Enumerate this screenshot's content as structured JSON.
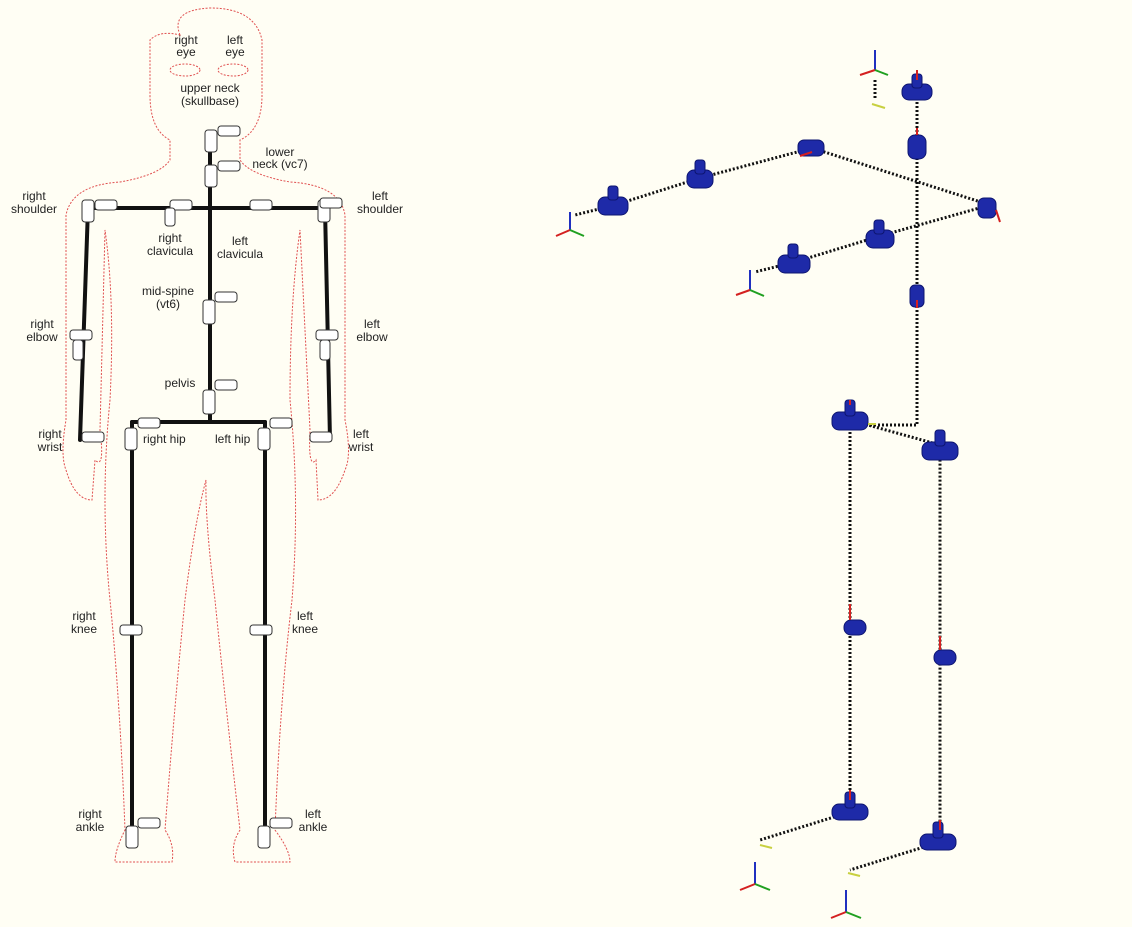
{
  "figure": {
    "labels": {
      "right_eye": [
        "right",
        "eye"
      ],
      "left_eye": [
        "left",
        "eye"
      ],
      "upper_neck": [
        "upper neck",
        "(skullbase)"
      ],
      "lower_neck": [
        "lower",
        "neck (vc7)"
      ],
      "right_shoulder": [
        "right",
        "shoulder"
      ],
      "left_shoulder": [
        "left",
        "shoulder"
      ],
      "right_clavicula": [
        "right",
        "clavicula"
      ],
      "left_clavicula": [
        "left",
        "clavicula"
      ],
      "mid_spine": [
        "mid-spine",
        "(vt6)"
      ],
      "right_elbow": [
        "right",
        "elbow"
      ],
      "left_elbow": [
        "left",
        "elbow"
      ],
      "pelvis": "pelvis",
      "right_wrist": [
        "right",
        "wrist"
      ],
      "left_wrist": [
        "left",
        "wrist"
      ],
      "right_hip": "right hip",
      "left_hip": "left hip",
      "right_knee": [
        "right",
        "knee"
      ],
      "left_knee": [
        "left",
        "knee"
      ],
      "right_ankle": [
        "right",
        "ankle"
      ],
      "left_ankle": [
        "left",
        "ankle"
      ]
    },
    "colors": {
      "body_outline": "#e05050",
      "bone": "#111111",
      "joint_3d": "#1e2aa8",
      "axis_x": "#d42020",
      "axis_y": "#20a020",
      "axis_z": "#2030c0",
      "end_marker": "#c8d040"
    }
  }
}
